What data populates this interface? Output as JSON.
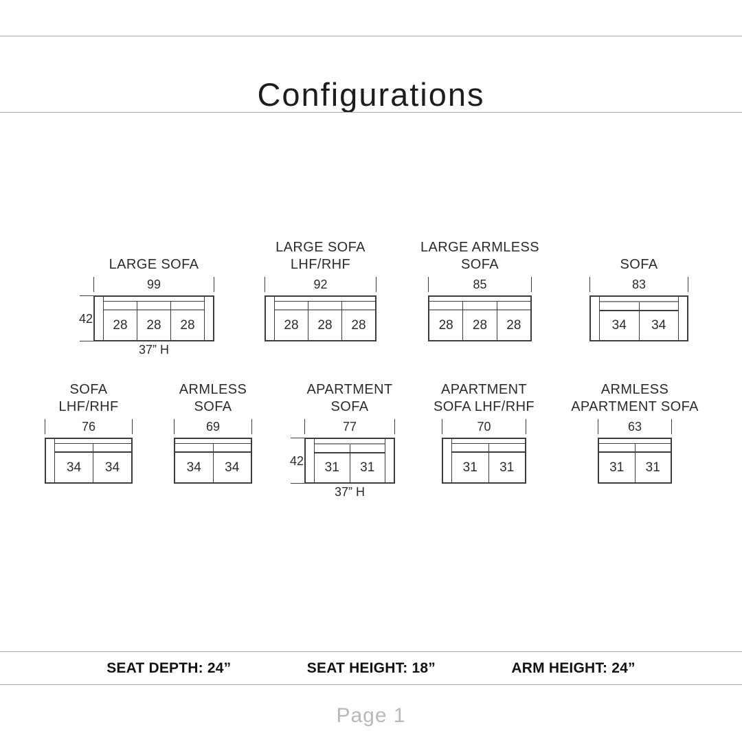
{
  "header": {
    "title": "Configurations"
  },
  "colors": {
    "line_dark": "#3c3c3c",
    "line_gray": "#8f8f8f",
    "rule_gray": "#ababab",
    "text": "#2b2b2b",
    "footer_text": "#111111",
    "page_label_gray": "#b6b9bd"
  },
  "sofas": [
    {
      "name_lines": [
        "LARGE SOFA"
      ],
      "width": "99",
      "seats": [
        "28",
        "28",
        "28"
      ],
      "arms": "both",
      "height_dim": "42",
      "depth_label": "37” H"
    },
    {
      "name_lines": [
        "LARGE SOFA",
        "LHF/RHF"
      ],
      "width": "92",
      "seats": [
        "28",
        "28",
        "28"
      ],
      "arms": "left"
    },
    {
      "name_lines": [
        "LARGE ARMLESS",
        "SOFA"
      ],
      "width": "85",
      "seats": [
        "28",
        "28",
        "28"
      ],
      "arms": "none"
    },
    {
      "name_lines": [
        "SOFA"
      ],
      "width": "83",
      "seats": [
        "34",
        "34"
      ],
      "arms": "both"
    },
    {
      "name_lines": [
        "SOFA",
        "LHF/RHF"
      ],
      "width": "76",
      "seats": [
        "34",
        "34"
      ],
      "arms": "left"
    },
    {
      "name_lines": [
        "ARMLESS",
        "SOFA"
      ],
      "width": "69",
      "seats": [
        "34",
        "34"
      ],
      "arms": "none"
    },
    {
      "name_lines": [
        "APARTMENT",
        "SOFA"
      ],
      "width": "77",
      "seats": [
        "31",
        "31"
      ],
      "arms": "both",
      "height_dim": "42",
      "depth_label": "37” H"
    },
    {
      "name_lines": [
        "APARTMENT",
        "SOFA LHF/RHF"
      ],
      "width": "70",
      "seats": [
        "31",
        "31"
      ],
      "arms": "left"
    },
    {
      "name_lines": [
        "ARMLESS",
        "APARTMENT SOFA"
      ],
      "width": "63",
      "seats": [
        "31",
        "31"
      ],
      "arms": "none"
    }
  ],
  "footer": {
    "items": [
      {
        "label": "SEAT DEPTH: 24”"
      },
      {
        "label": "SEAT HEIGHT: 18”"
      },
      {
        "label": "ARM HEIGHT: 24”"
      }
    ],
    "page_label": "Page 1"
  }
}
